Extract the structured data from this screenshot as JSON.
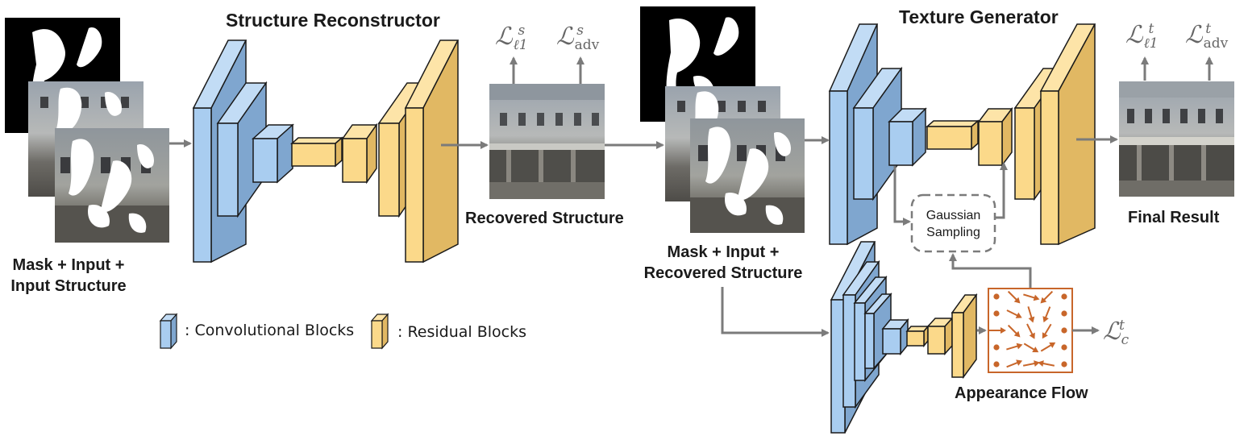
{
  "titles": {
    "structure_reconstructor": "Structure Reconstructor",
    "texture_generator": "Texture Generator"
  },
  "labels": {
    "left_input_line1": "Mask + Input +",
    "left_input_line2": "Input Structure",
    "recovered_structure": "Recovered Structure",
    "mid_input_line1": "Mask + Input +",
    "mid_input_line2": "Recovered Structure",
    "final_result": "Final Result",
    "appearance_flow": "Appearance Flow",
    "gaussian_line1": "Gaussian",
    "gaussian_line2": "Sampling"
  },
  "legend": {
    "conv": ": Convolutional Blocks",
    "res": ": Residual Blocks"
  },
  "losses": {
    "l1_s": {
      "symbol": "ℒ",
      "sub": "ℓ1",
      "sup": "s"
    },
    "adv_s": {
      "symbol": "ℒ",
      "sub": "adv",
      "sup": "s"
    },
    "l1_t": {
      "symbol": "ℒ",
      "sub": "ℓ1",
      "sup": "t"
    },
    "adv_t": {
      "symbol": "ℒ",
      "sub": "adv",
      "sup": "t"
    },
    "c_t": {
      "symbol": "ℒ",
      "sub": "c",
      "sup": "t"
    }
  },
  "colors": {
    "conv_front": "#a9cdf0",
    "conv_side": "#7fa6cf",
    "res_front": "#fbd98a",
    "res_side": "#e1b863",
    "arrow": "#7b7b7b",
    "flow": "#c8662a"
  }
}
